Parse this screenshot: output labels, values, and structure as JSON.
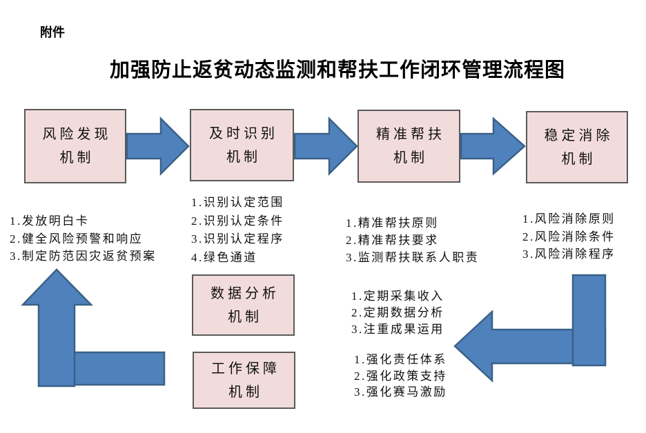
{
  "page": {
    "attachment_label": "附件",
    "title": "加强防止返贫动态监测和帮扶工作闭环管理流程图"
  },
  "flow_boxes": [
    {
      "line1": "风险发现",
      "line2": "机制"
    },
    {
      "line1": "及时识别",
      "line2": "机制"
    },
    {
      "line1": "精准帮扶",
      "line2": "机制"
    },
    {
      "line1": "稳定消除",
      "line2": "机制"
    }
  ],
  "sub_boxes": [
    {
      "line1": "数据分析",
      "line2": "机制"
    },
    {
      "line1": "工作保障",
      "line2": "机制"
    }
  ],
  "lists": {
    "risk_discovery": {
      "items": [
        "1.发放明白卡",
        "2.健全风险预警和响应",
        "3.制定防范因灾返贫预案"
      ]
    },
    "identify": {
      "items": [
        "1.识别认定范围",
        "2.识别认定条件",
        "3.识别认定程序",
        "4.绿色通道"
      ]
    },
    "assist": {
      "items": [
        "1.精准帮扶原则",
        "2.精准帮扶要求",
        "3.监测帮扶联系人职责"
      ]
    },
    "eliminate": {
      "items": [
        "1.风险消除原则",
        "2.风险消除条件",
        "3.风险消除程序"
      ]
    },
    "data_analysis": {
      "items": [
        "1.定期采集收入",
        "2.定期数据分析",
        "3.注重成果运用"
      ]
    },
    "work_safeguard": {
      "items": [
        "1.强化责任体系",
        "2.强化政策支持",
        "3.强化赛马激励"
      ]
    }
  },
  "colors": {
    "arrow_fill": "#4f81bd",
    "arrow_border": "#3a6187",
    "box_fill": "#f2dcdb",
    "box_border": "#595959"
  }
}
